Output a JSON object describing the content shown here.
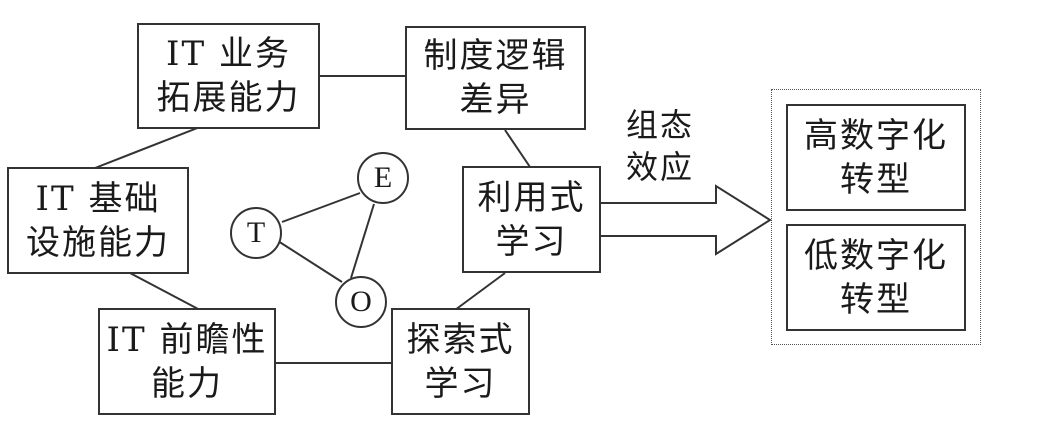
{
  "factors": {
    "it_business": {
      "line1": "IT 业务",
      "line2": "拓展能力"
    },
    "institutional_logic": {
      "line1": "制度逻辑",
      "line2": "差异"
    },
    "it_infrastructure": {
      "line1": "IT 基础",
      "line2": "设施能力"
    },
    "exploitative_learning": {
      "line1": "利用式",
      "line2": "学习"
    },
    "it_foresight": {
      "line1": "IT 前瞻性",
      "line2": "能力"
    },
    "exploratory_learning": {
      "line1": "探索式",
      "line2": "学习"
    }
  },
  "toe": {
    "t": "T",
    "e": "E",
    "o": "O"
  },
  "configuration_effect": {
    "line1": "组态",
    "line2": "效应"
  },
  "outcomes": {
    "high": {
      "line1": "高数字化",
      "line2": "转型"
    },
    "low": {
      "line1": "低数字化",
      "line2": "转型"
    }
  }
}
